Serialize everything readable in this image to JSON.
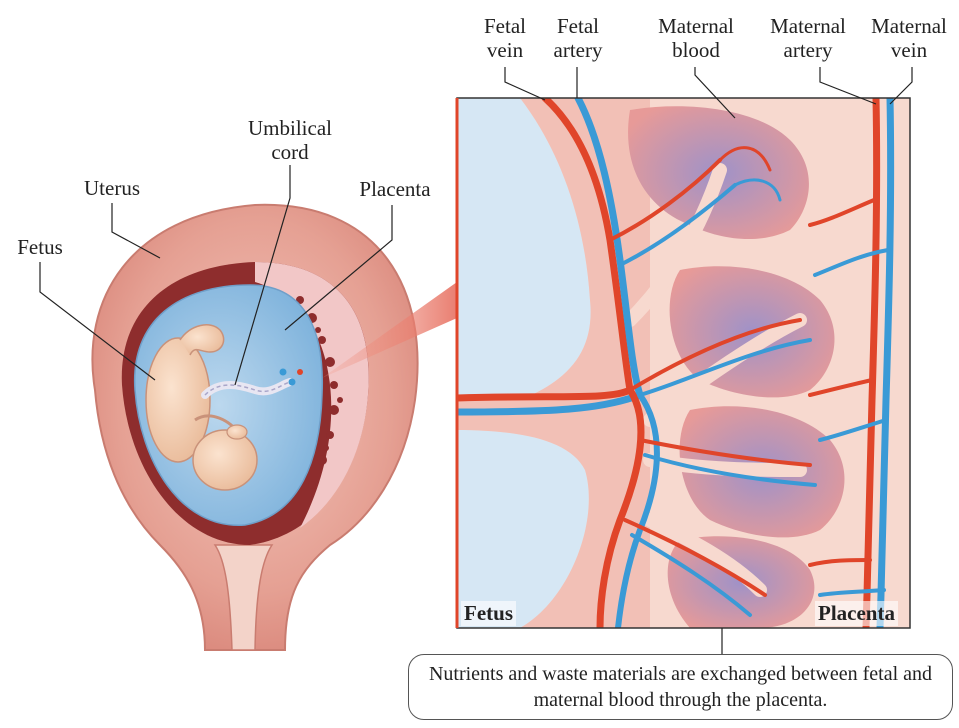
{
  "labels": {
    "umbilical_cord": "Umbilical cord",
    "uterus": "Uterus",
    "placenta": "Placenta",
    "fetus": "Fetus",
    "fetal_vein": "Fetal vein",
    "fetal_artery": "Fetal artery",
    "maternal_blood": "Maternal blood",
    "maternal_artery": "Maternal artery",
    "maternal_vein": "Maternal vein"
  },
  "detail": {
    "fetus_corner": "Fetus",
    "placenta_corner": "Placenta"
  },
  "caption": "Nutrients and waste materials are exchanged between fetal and maternal blood through the placenta.",
  "colors": {
    "artery_red": "#e0452a",
    "vein_blue": "#3a9ad6",
    "maternal_blood": "#b690c0",
    "fetal_fluid": "#cfe2f0",
    "tissue_pink": "#f7d4cc",
    "uterus_wall": "#d98a7f"
  }
}
